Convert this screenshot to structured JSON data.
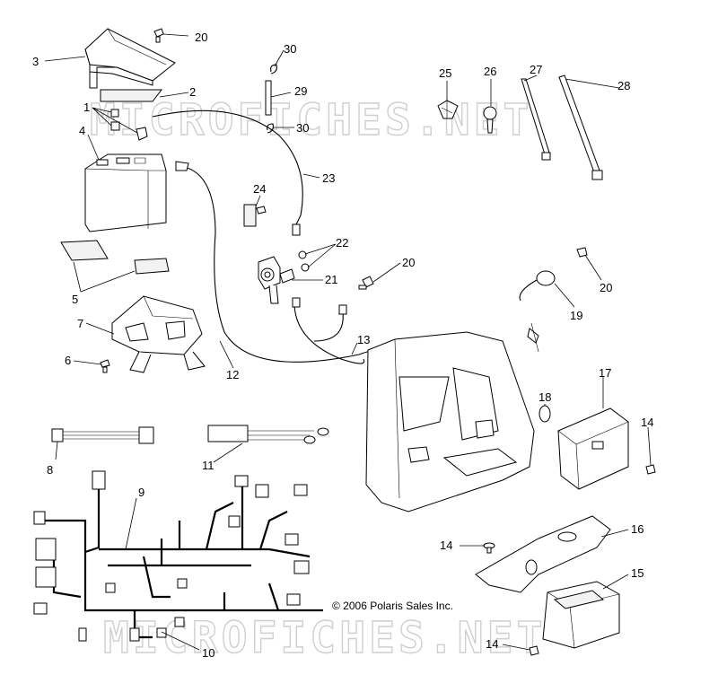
{
  "watermark": {
    "upper": "MICROFICHES.NET",
    "lower": "MICROFICHES.NET"
  },
  "copyright": "© 2006 Polaris Sales Inc.",
  "callouts": [
    {
      "id": "c20a",
      "label": "20"
    },
    {
      "id": "c3",
      "label": "3"
    },
    {
      "id": "c2",
      "label": "2"
    },
    {
      "id": "c1",
      "label": "1"
    },
    {
      "id": "c4",
      "label": "4"
    },
    {
      "id": "c30a",
      "label": "30"
    },
    {
      "id": "c29",
      "label": "29"
    },
    {
      "id": "c30b",
      "label": "30"
    },
    {
      "id": "c23",
      "label": "23"
    },
    {
      "id": "c25",
      "label": "25"
    },
    {
      "id": "c26",
      "label": "26"
    },
    {
      "id": "c27",
      "label": "27"
    },
    {
      "id": "c28",
      "label": "28"
    },
    {
      "id": "c24",
      "label": "24"
    },
    {
      "id": "c22",
      "label": "22"
    },
    {
      "id": "c20b",
      "label": "20"
    },
    {
      "id": "c21",
      "label": "21"
    },
    {
      "id": "c5",
      "label": "5"
    },
    {
      "id": "c7",
      "label": "7"
    },
    {
      "id": "c6",
      "label": "6"
    },
    {
      "id": "c12",
      "label": "12"
    },
    {
      "id": "c13",
      "label": "13"
    },
    {
      "id": "c19",
      "label": "19"
    },
    {
      "id": "c20c",
      "label": "20"
    },
    {
      "id": "c18",
      "label": "18"
    },
    {
      "id": "c17",
      "label": "17"
    },
    {
      "id": "c14a",
      "label": "14"
    },
    {
      "id": "c8",
      "label": "8"
    },
    {
      "id": "c11",
      "label": "11"
    },
    {
      "id": "c9",
      "label": "9"
    },
    {
      "id": "c16",
      "label": "16"
    },
    {
      "id": "c14b",
      "label": "14"
    },
    {
      "id": "c15",
      "label": "15"
    },
    {
      "id": "c10",
      "label": "10"
    },
    {
      "id": "c14c",
      "label": "14"
    }
  ]
}
